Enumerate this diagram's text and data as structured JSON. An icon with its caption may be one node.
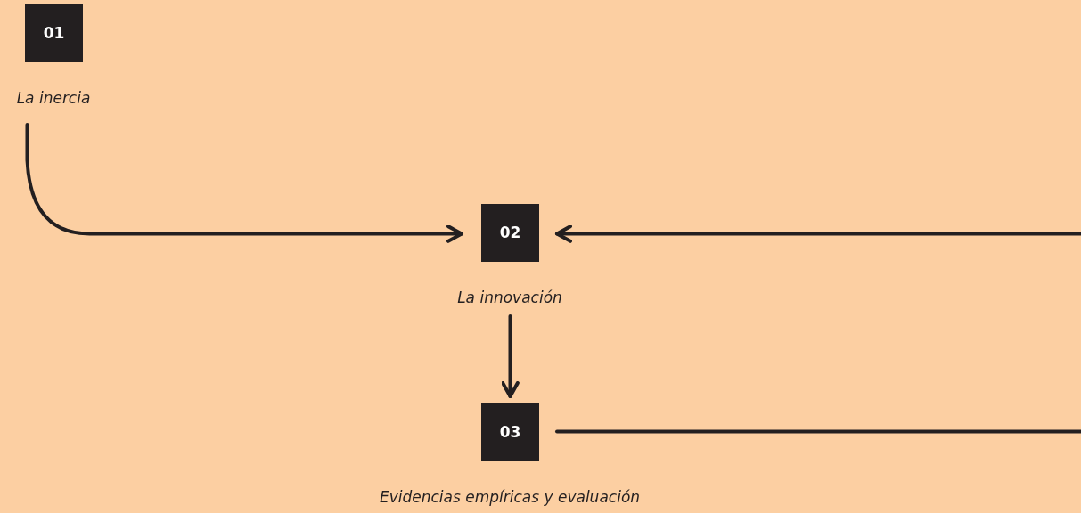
{
  "diagram": {
    "nodes": [
      {
        "text": [
          "01"
        ],
        "beside": [
          "La inercia"
        ]
      },
      {
        "text": [
          "02"
        ],
        "beside": [
          "La innovación"
        ]
      },
      {
        "text": [
          "03"
        ],
        "beside": [
          "Evidencias empíricas y evaluación"
        ]
      }
    ],
    "edges": [
      {
        "from": 0,
        "to": 1,
        "arrow": "to"
      },
      {
        "from": 1,
        "to": 2,
        "arrow": "to"
      },
      {
        "from": null,
        "to": 1,
        "arrow": "to"
      },
      {
        "from": 2,
        "to": null,
        "arrow": "none"
      }
    ]
  }
}
